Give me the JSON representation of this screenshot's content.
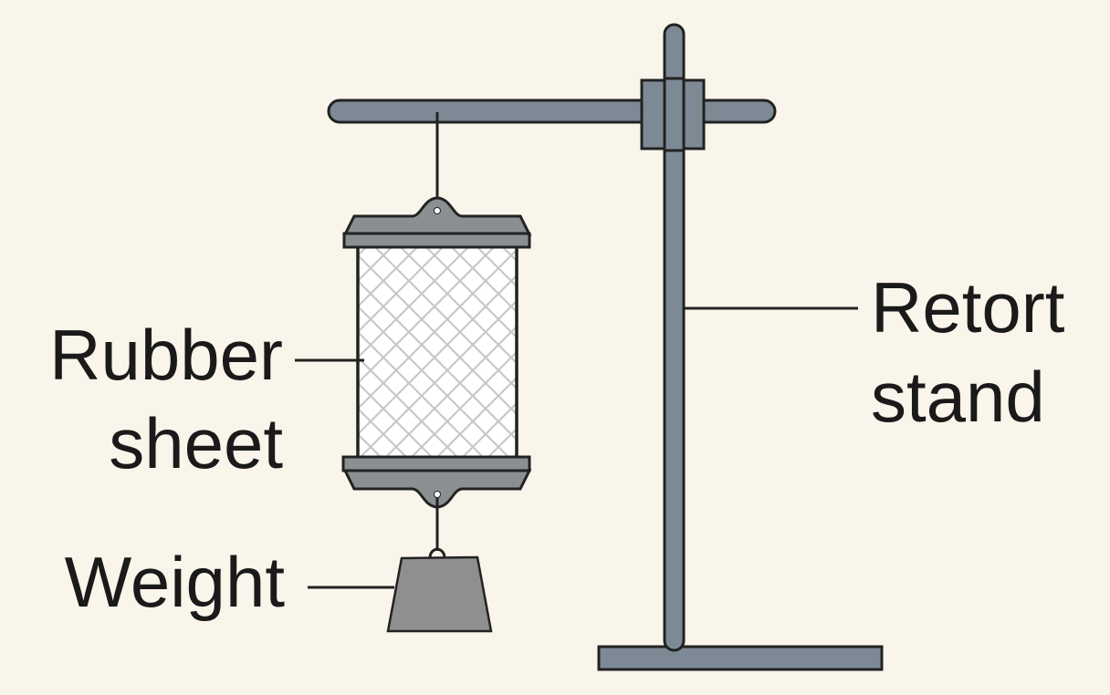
{
  "labels": {
    "rubber_sheet_line1": "Rubber",
    "rubber_sheet_line2": "sheet",
    "weight": "Weight",
    "retort_stand_line1": "Retort",
    "retort_stand_line2": "stand"
  },
  "colors": {
    "background": "#faf5ea",
    "metal": "#7d8a96",
    "clamp_plate": "#8c8f92",
    "weight": "#8f8f8f",
    "mesh": "#c8c8c8",
    "outline": "#222222"
  }
}
